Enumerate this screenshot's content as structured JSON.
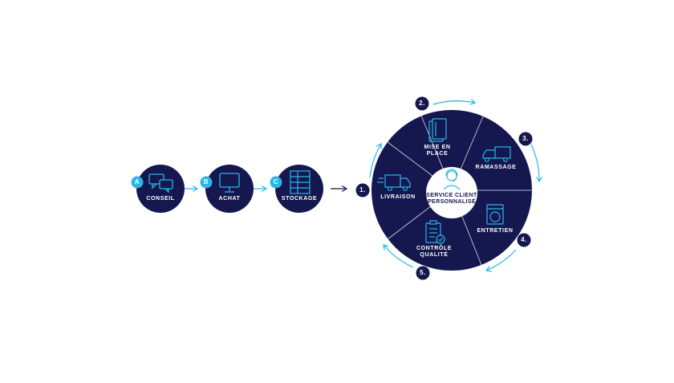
{
  "colors": {
    "navy": "#15174f",
    "cyan": "#29b6e8",
    "white": "#ffffff"
  },
  "steps_left": [
    {
      "letter": "A",
      "label": "CONSEIL",
      "icon": "chat-bubbles-icon"
    },
    {
      "letter": "B",
      "label": "ACHAT",
      "icon": "monitor-icon"
    },
    {
      "letter": "C",
      "label": "STOCKAGE",
      "icon": "shelving-icon"
    }
  ],
  "cycle": {
    "center_label": "SERVICE CLIENT\nPERSONNALISÉ",
    "center_icon": "customer-service-headset-icon",
    "segments": [
      {
        "label": "MISE EN\nPLACE",
        "icon": "linen-stack-icon"
      },
      {
        "label": "RAMASSAGE",
        "icon": "pickup-truck-icon"
      },
      {
        "label": "ENTRETIEN",
        "icon": "washing-machine-icon"
      },
      {
        "label": "CONTRÔLE\nQUALITÉ",
        "icon": "checklist-icon"
      },
      {
        "label": "LIVRAISON",
        "icon": "delivery-truck-icon"
      }
    ],
    "numbers": [
      "1.",
      "2.",
      "3.",
      "4.",
      "5."
    ]
  }
}
